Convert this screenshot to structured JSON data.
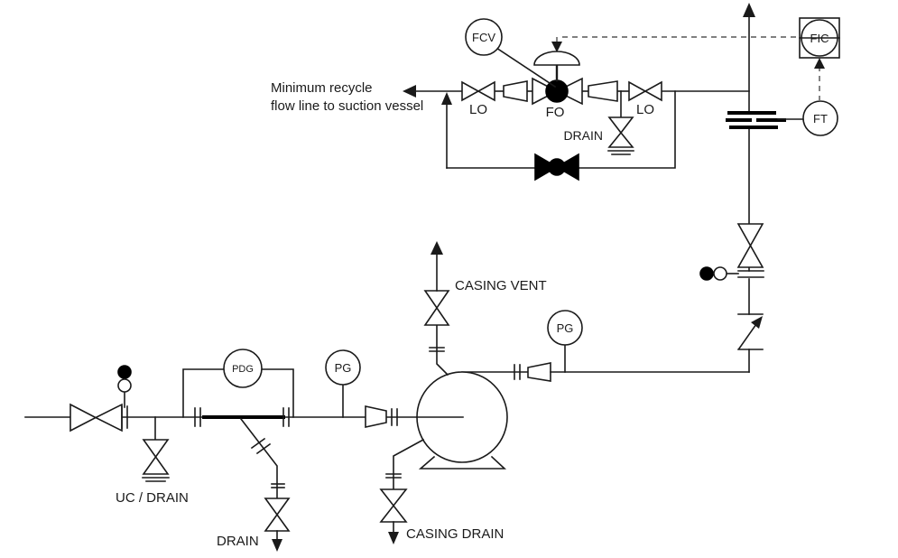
{
  "colors": {
    "line": "#1a1a1a",
    "signal_line": "#6e6e6e",
    "background": "#ffffff"
  },
  "note": {
    "line1": "Minimum recycle",
    "line2": "flow line to suction vessel"
  },
  "valve_labels": {
    "lo_left": "LO",
    "fo": "FO",
    "lo_right": "LO",
    "drain_recycle": "DRAIN",
    "uc_drain": "UC / DRAIN",
    "strainer_drain": "DRAIN",
    "casing_vent": "CASING VENT",
    "casing_drain": "CASING DRAIN"
  },
  "instruments": {
    "fcv": "FCV",
    "fic": "FIC",
    "ft": "FT",
    "pdg": "PDG",
    "pg_suction": "PG",
    "pg_discharge": "PG"
  }
}
